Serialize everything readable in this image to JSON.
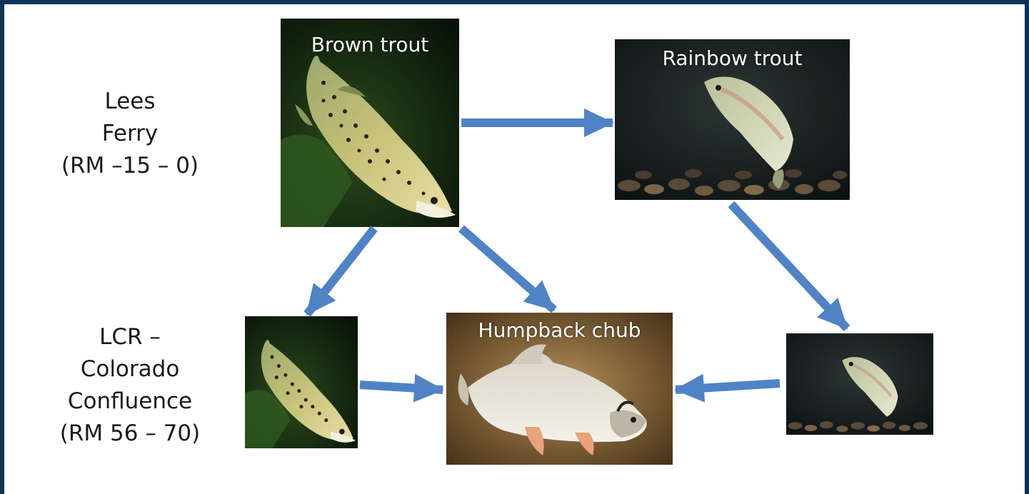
{
  "locations": {
    "lees_ferry": [
      "Lees",
      "Ferry",
      "(RM –15 – 0)"
    ],
    "lcr_confluence": [
      "LCR –",
      "Colorado",
      "Confluence",
      "(RM 56 – 70)"
    ]
  },
  "photos": {
    "brown_trout_upper": {
      "caption": "Brown trout"
    },
    "rainbow_trout_upper": {
      "caption": "Rainbow trout"
    },
    "humpback_chub": {
      "caption": "Humpback chub"
    }
  },
  "colors": {
    "arrow": "#4f83c6",
    "border": "#0b3358"
  }
}
